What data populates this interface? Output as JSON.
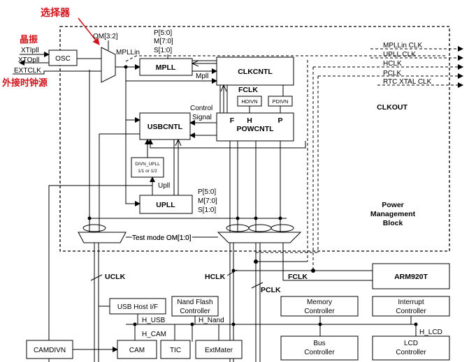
{
  "annotations": {
    "selector": "选择器",
    "crystal": "晶振",
    "external_clock": "外接时钟源"
  },
  "inputs": {
    "xtipll": "XTIpll",
    "xtopll": "XTOpll",
    "extclk": "EXTCLK",
    "om32": "OM[3:2]",
    "mpllin": "MPLLin"
  },
  "mpll_params": {
    "p": "P[5:0]",
    "m": "M[7:0]",
    "s": "S[1:0]"
  },
  "upll_params": {
    "p": "P[5:0]",
    "m": "M[7:0]",
    "s": "S[1:0]"
  },
  "blocks": {
    "osc": "OSC",
    "mpll": "MPLL",
    "clkcntl": "CLKCNTL",
    "usbcntl": "USBCNTL",
    "powcntl": "POWCNTL",
    "upll": "UPLL",
    "hdivn": "HDIVN",
    "pdivn": "PDIVN",
    "divn_upll_1": "DIVN_UPLL",
    "divn_upll_2": "1/1 or 1/2",
    "arm920t": "ARM920T",
    "usb_host": "USB Host I/F",
    "nand_flash_1": "Nand Flash",
    "nand_flash_2": "Controller",
    "memory_ctrl_1": "Memory",
    "memory_ctrl_2": "Controller",
    "interrupt_ctrl_1": "Interrupt",
    "interrupt_ctrl_2": "Controller",
    "camdivn": "CAMDIVN",
    "cam": "CAM",
    "tic": "TIC",
    "extmater": "ExtMater",
    "bus_ctrl_1": "Bus",
    "bus_ctrl_2": "Controller",
    "lcd_ctrl_1": "LCD",
    "lcd_ctrl_2": "Controller"
  },
  "signals": {
    "mpll": "Mpll",
    "upll": "Upll",
    "fclk": "FCLK",
    "f": "F",
    "h": "H",
    "p": "P",
    "control": "Control",
    "signal": "Signal",
    "test_mode": "Test mode OM[1:0]",
    "uclk": "UCLK",
    "hclk": "HCLK",
    "pclk": "PCLK",
    "fclk_bus": "FCLK",
    "h_usb": "H_USB",
    "h_cam": "H_CAM",
    "h_nand": "H_Nand",
    "h_lcd": "H_LCD"
  },
  "outputs": {
    "mpllin_clk": "MPLLin CLK",
    "upll_clk": "UPLL CLK",
    "hclk": "HCLK",
    "pclk": "PCLK",
    "rtc_xtal_clk": "RTC XTAL CLK",
    "clkout": "CLKOUT"
  },
  "power_mgmt": {
    "line1": "Power",
    "line2": "Management",
    "line3": "Block"
  },
  "colors": {
    "annotation": "#d0141a",
    "line": "#000000"
  }
}
